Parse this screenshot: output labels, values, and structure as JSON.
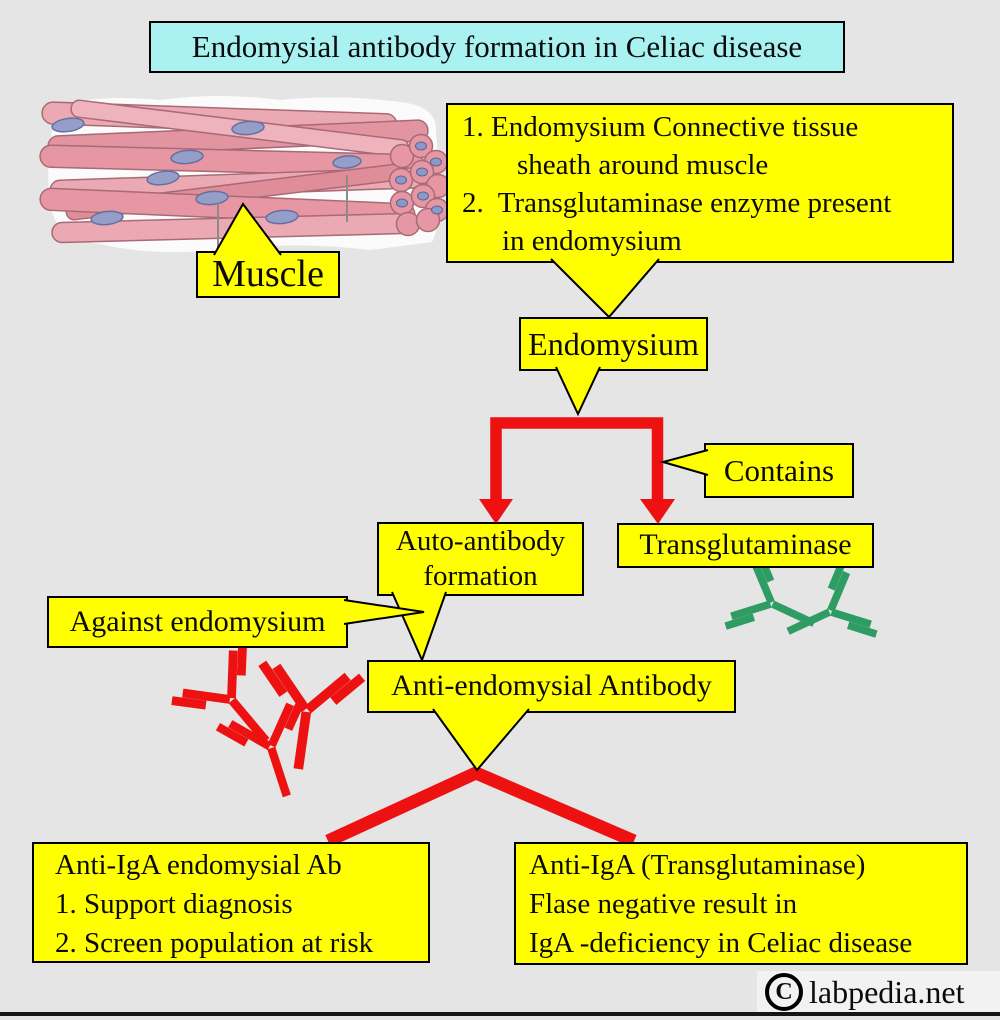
{
  "title": {
    "text": "Endomysial antibody formation in Celiac disease"
  },
  "muscle": {
    "label": "Muscle"
  },
  "info_box": {
    "lines": [
      "1. Endomysium Connective tissue",
      "sheath around muscle",
      "2.  Transglutaminase enzyme present",
      "in endomysium"
    ]
  },
  "flow": {
    "endomysium": "Endomysium",
    "contains": "Contains",
    "auto_antibody": "Auto-antibody formation",
    "transglutaminase": "Transglutaminase",
    "against": "Against endomysium",
    "anti_endomysial": "Anti-endomysial Antibody"
  },
  "outcomes": {
    "left": {
      "lines": [
        "Anti-IgA endomysial Ab",
        "1. Support diagnosis",
        "2. Screen population at risk"
      ]
    },
    "right": {
      "lines": [
        "Anti-IgA (Transglutaminase)",
        "Flase negative result in",
        "IgA -deficiency in Celiac disease"
      ]
    }
  },
  "footer": {
    "copyright": "C",
    "site": "labpedia.net"
  },
  "icons": {
    "red_antibody": "antibody-y-icon",
    "green_antibody": "antibody-y-icon"
  },
  "colors": {
    "background": "#e5e5e5",
    "box_yellow": "#ffff00",
    "title_cyan": "#aaf2f2",
    "arrow_red": "#ee1111",
    "antibody_green": "#2e9c63",
    "outline": "#000000"
  }
}
